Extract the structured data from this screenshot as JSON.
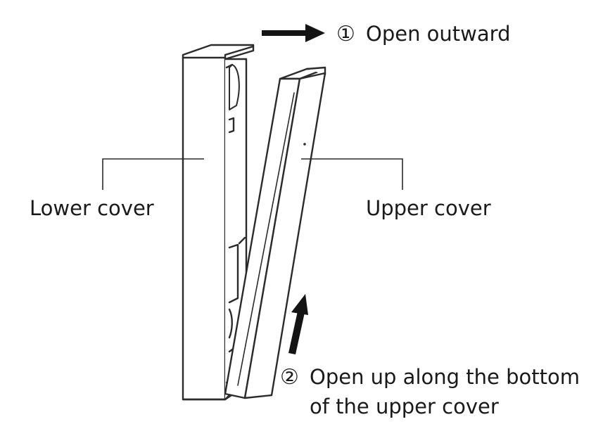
{
  "labels": {
    "lower_cover": "Lower cover",
    "upper_cover": "Upper cover"
  },
  "steps": [
    {
      "marker": "①",
      "text": "Open outward"
    },
    {
      "marker": "②",
      "line1": "Open up along the bottom",
      "line2": "of the upper cover"
    }
  ],
  "colors": {
    "line": "#2b2b2b",
    "arrow": "#141414",
    "background": "#ffffff"
  },
  "icons": {
    "arrow_right": "arrow-right-icon",
    "arrow_up": "arrow-up-icon"
  }
}
